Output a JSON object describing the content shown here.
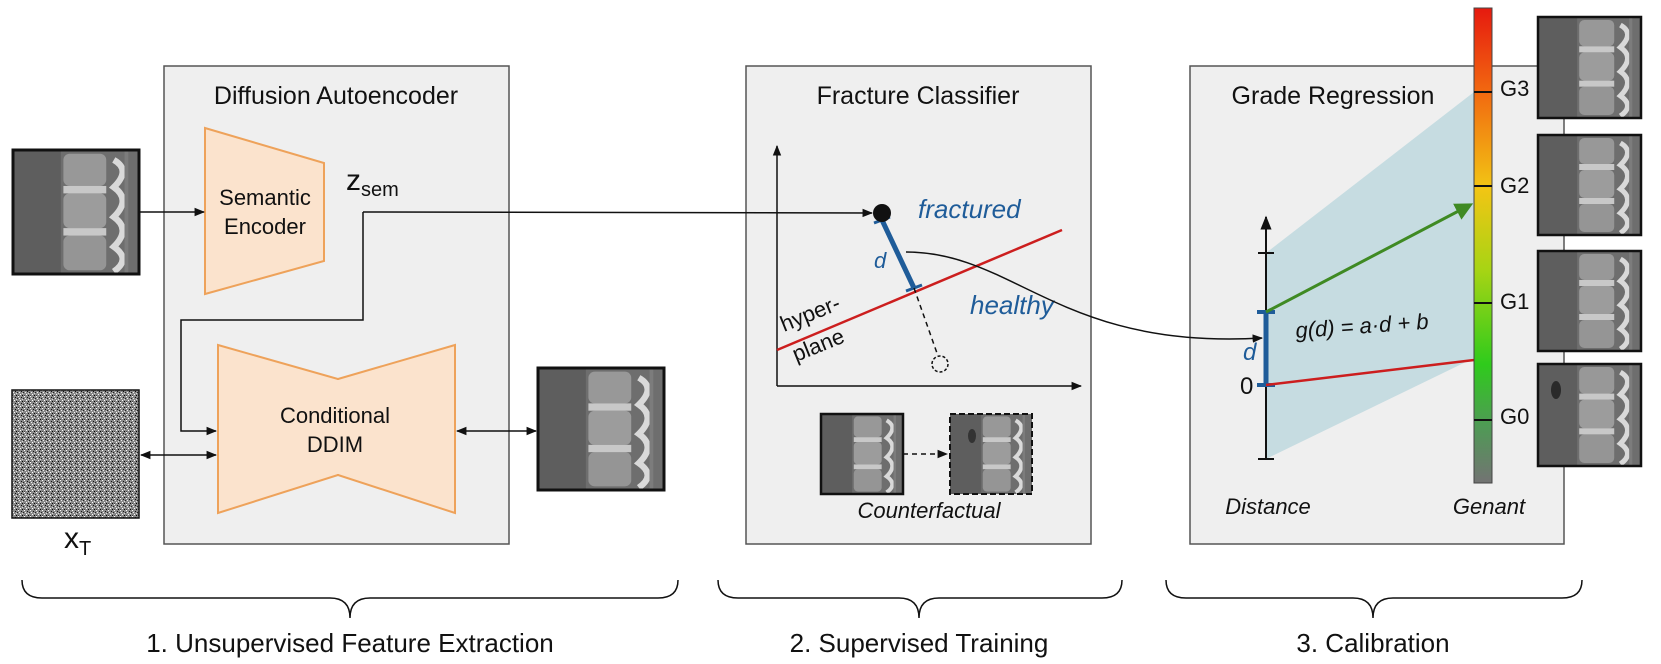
{
  "autoencoder": {
    "title": "Diffusion Autoencoder",
    "encoder_line1": "Semantic",
    "encoder_line2": "Encoder",
    "ddim_line1": "Conditional",
    "ddim_line2": "DDIM",
    "z_main": "z",
    "z_sub": "sem",
    "x_main": "x",
    "x_sub": "T"
  },
  "classifier": {
    "title": "Fracture Classifier",
    "fractured": "fractured",
    "healthy": "healthy",
    "d": "d",
    "hyper": "hyper-",
    "plane": "plane",
    "counterfactual": "Counterfactual"
  },
  "regression": {
    "title": "Grade Regression",
    "formula": "g(d) = a·d + b",
    "d": "d",
    "zero": "0",
    "distance": "Distance",
    "genant": "Genant",
    "grades": [
      "G3",
      "G2",
      "G1",
      "G0"
    ]
  },
  "stages": [
    "1. Unsupervised Feature Extraction",
    "2. Supervised Training",
    "3. Calibration"
  ],
  "colors": {
    "box_fill": "#efefef",
    "encoder_fill": "#fbe3cd",
    "encoder_stroke": "#eea25a",
    "blue": "#1f5c99",
    "red": "#cc1e1e",
    "green": "#3f8a23",
    "fan": "#c6dce1"
  }
}
